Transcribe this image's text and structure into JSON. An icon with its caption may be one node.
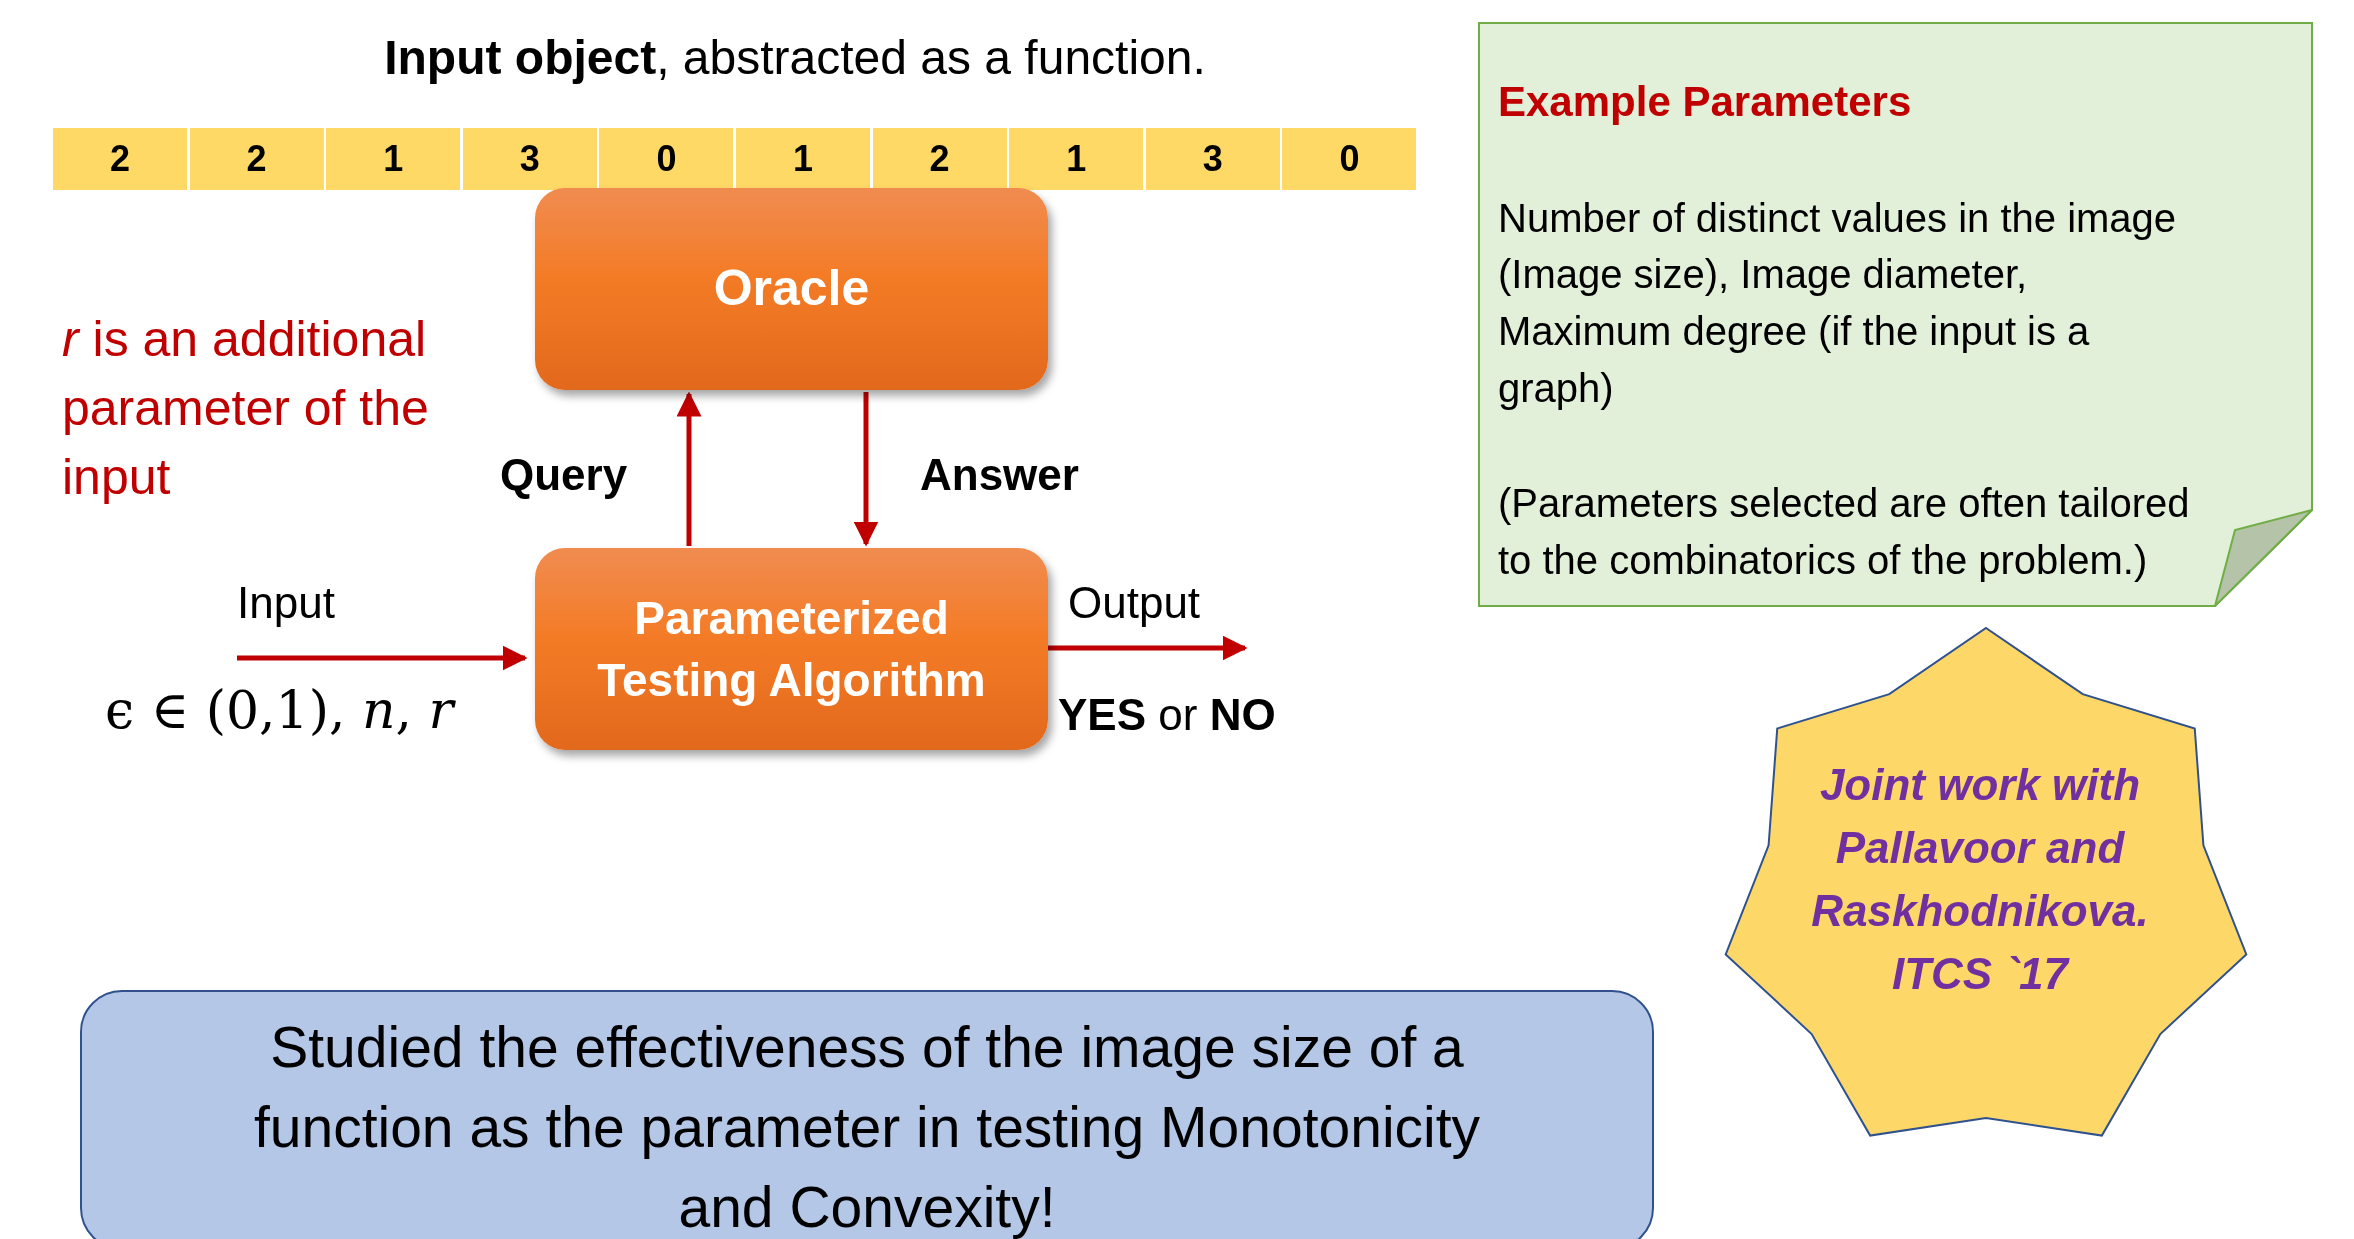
{
  "diagram": {
    "title": "**Input object**, abstracted as a function.",
    "nodes": [
      {
        "text": [
          "2"
        ]
      },
      {
        "text": [
          "2"
        ]
      },
      {
        "text": [
          "1"
        ]
      },
      {
        "text": [
          "3"
        ]
      },
      {
        "text": [
          "0"
        ]
      },
      {
        "text": [
          "1"
        ]
      },
      {
        "text": [
          "2"
        ]
      },
      {
        "text": [
          "1"
        ]
      },
      {
        "text": [
          "3"
        ]
      },
      {
        "text": [
          "0"
        ]
      },
      {
        "text": [
          "Oracle"
        ]
      },
      {
        "text": [
          "Parameterized Testing Algorithm"
        ]
      },
      {
        "text": [
          "Example Parameters",
          "Number of distinct values in the image (Image size), Image diameter, Maximum degree (if the input is a graph)",
          "(Parameters selected are often tailored to the combinatorics of the problem.)"
        ]
      },
      {
        "text": [
          "Joint work with Pallavoor and Raskhodnikova. ITCS `17"
        ]
      },
      {
        "text": [
          "Studied the effectiveness of the image size of a function as the parameter in testing Monotonicity and Convexity!"
        ]
      }
    ],
    "edges": [
      {
        "from": 11,
        "to": 10,
        "arrow": "to",
        "label": "Query"
      },
      {
        "from": 10,
        "to": 11,
        "arrow": "to",
        "label": "Answer"
      },
      {
        "from": null,
        "to": 11,
        "arrow": "to",
        "label": "Input"
      },
      {
        "from": 11,
        "to": null,
        "arrow": "to",
        "label": "Output"
      }
    ],
    "labels": [
      "*r* is an additional parameter of the input",
      "ϵ ∈ (0,1), *n*, *r*",
      "**YES** or **NO**"
    ]
  }
}
